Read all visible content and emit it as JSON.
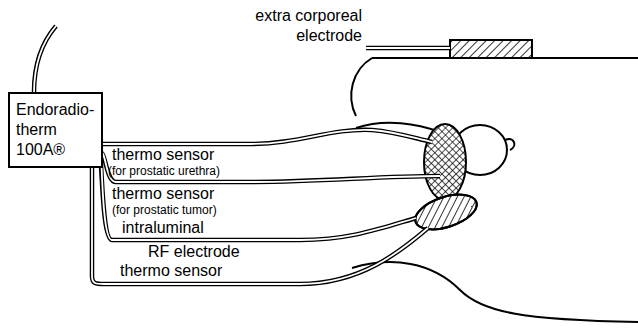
{
  "diagram": {
    "nodes": [
      {
        "text": [
          "Endoradio- therm 100A®"
        ]
      }
    ],
    "labels": [
      "extra corporeal electrode",
      "thermo sensor",
      "(for prostatic urethra)",
      "thermo sensor",
      "(for prostatic tumor)",
      "intraluminal",
      "RF electrode",
      "thermo sensor"
    ]
  }
}
